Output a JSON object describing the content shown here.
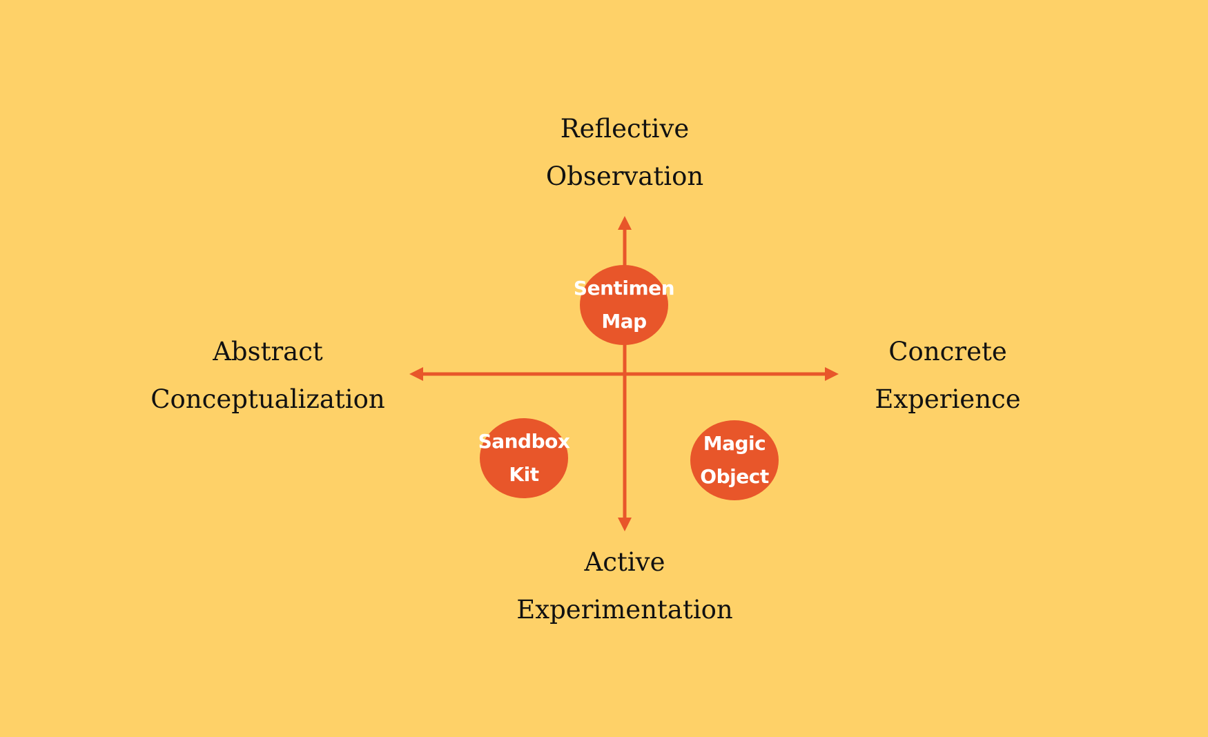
{
  "colors": {
    "background": "#FED168",
    "accent": "#E8562A",
    "text": "#111111",
    "node_text": "#FFFFFF"
  },
  "axes": {
    "top": {
      "line1": "Reflective",
      "line2": "Observation"
    },
    "left": {
      "line1": "Abstract",
      "line2": "Conceptualization"
    },
    "right": {
      "line1": "Concrete",
      "line2": "Experience"
    },
    "bottom": {
      "line1": "Active",
      "line2": "Experimentation"
    }
  },
  "nodes": {
    "sentiment": {
      "line1": "Sentimen",
      "line2": "Map"
    },
    "sandbox": {
      "line1": "Sandbox",
      "line2": "Kit"
    },
    "magic": {
      "line1": "Magic",
      "line2": "Object"
    }
  }
}
